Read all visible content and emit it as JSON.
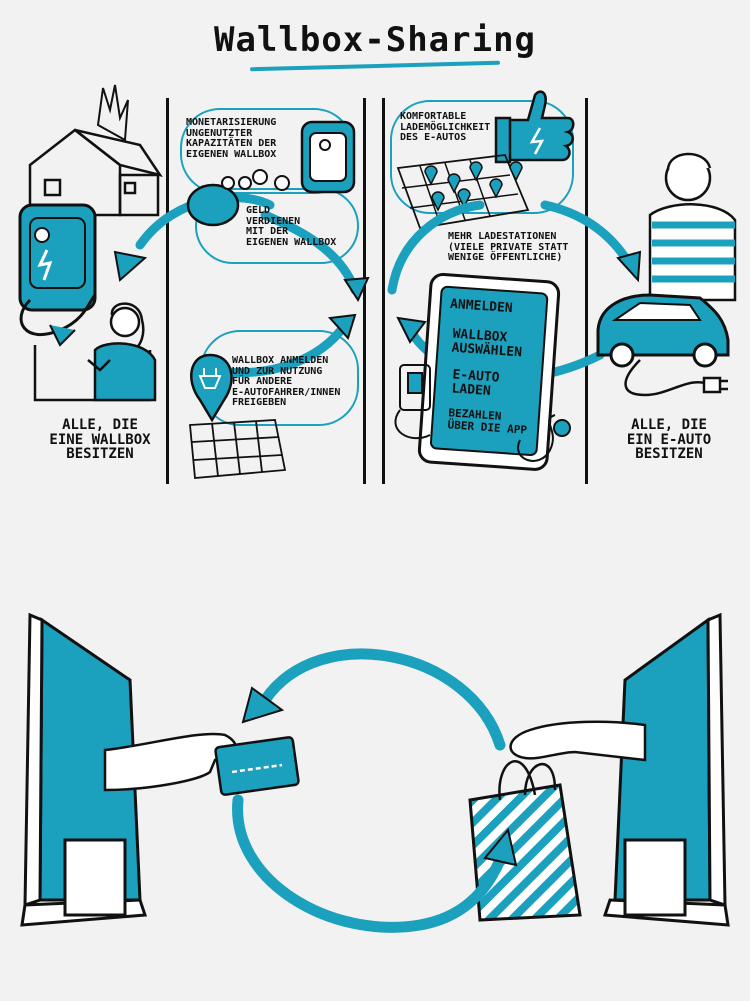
{
  "title": "Wallbox-Sharing",
  "colors": {
    "accent": "#1ba0bd",
    "ink": "#111111",
    "background": "#f2f2f2"
  },
  "left_label": {
    "line1": "Alle, die",
    "line2": "eine Wallbox",
    "line3": "besitzen"
  },
  "right_label": {
    "line1": "Alle, die",
    "line2": "ein E-Auto",
    "line3": "besitzen"
  },
  "panel_left": {
    "top_text": [
      "Monetarisierung",
      "ungenutzter",
      "Kapazitäten der",
      "eigenen Wallbox"
    ],
    "money_text": [
      "Geld",
      "verdienen",
      "mit der",
      "eigenen Wallbox"
    ],
    "register_text": [
      "Wallbox anmelden",
      "und zur Nutzung",
      "für andere",
      "E-Autofahrer/innen",
      "freigeben"
    ]
  },
  "panel_right": {
    "top_text": [
      "Komfortable",
      "Lademöglichkeit",
      "des E-Autos"
    ],
    "more_text": [
      "Mehr Ladestationen",
      "(viele private statt",
      "wenige öffentliche)"
    ],
    "phone_steps": [
      [
        "Anmelden"
      ],
      [
        "Wallbox",
        "auswählen"
      ],
      [
        "E-Auto",
        "laden"
      ],
      [
        "Bezahlen",
        "über die App"
      ]
    ]
  },
  "icons": [
    "house-icon",
    "wallbox-icon",
    "woman-icon",
    "piggy-bank-icon",
    "coin-icon",
    "map-pin-icon",
    "thumbs-up-icon",
    "map-grid-icon",
    "phone-icon",
    "man-icon",
    "electric-car-icon",
    "plug-icon",
    "monitor-icon",
    "hand-icon",
    "credit-card-icon",
    "shopping-bag-icon",
    "cycle-arrow-icon"
  ]
}
